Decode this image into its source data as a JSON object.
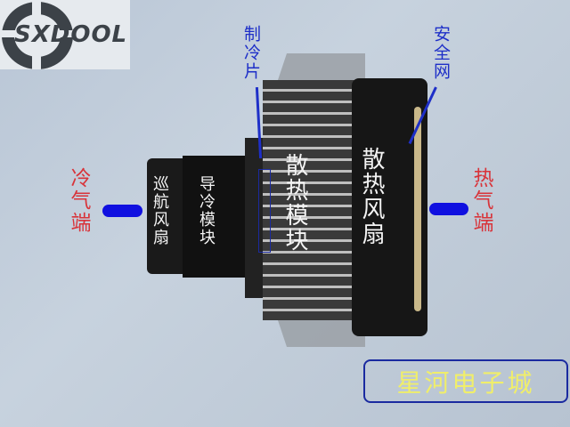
{
  "logo": {
    "text": "SXDOOL"
  },
  "labels": {
    "cooling_plate": "制冷片",
    "safety_net": "安全网",
    "cold_end": "冷气端",
    "hot_end": "热气端",
    "cruise_fan": "巡航风扇",
    "cold_guide_module": "导冷模块",
    "heatsink_module": "散热模块",
    "heatsink_fan": "散热风扇"
  },
  "badge": {
    "text": "星河电子城"
  },
  "colors": {
    "pointer_blue": "#1e2fc8",
    "end_label_red": "#d8343a",
    "badge_text_yellow": "#f0ee6a",
    "arrow_blue": "#1010e0"
  }
}
